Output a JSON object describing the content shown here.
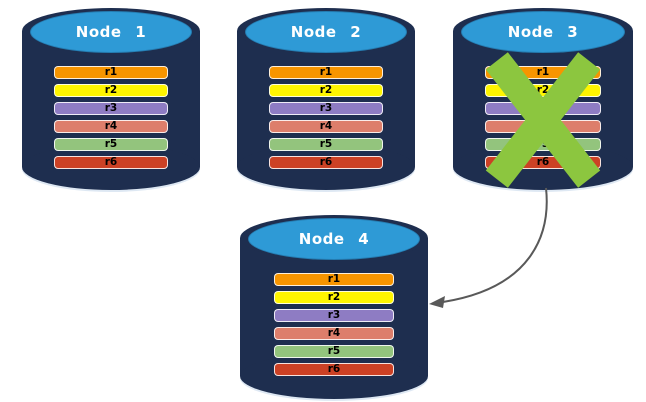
{
  "diagram": {
    "type": "database-replication-failover",
    "nodes": [
      {
        "id": "node-1",
        "label": "Node 1",
        "failed": false,
        "rows": [
          {
            "label": "r1",
            "color": "#F79500"
          },
          {
            "label": "r2",
            "color": "#FFF500"
          },
          {
            "label": "r3",
            "color": "#8E7CC3"
          },
          {
            "label": "r4",
            "color": "#DD7E6B"
          },
          {
            "label": "r5",
            "color": "#93C47D"
          },
          {
            "label": "r6",
            "color": "#CC4125"
          }
        ]
      },
      {
        "id": "node-2",
        "label": "Node 2",
        "failed": false,
        "rows": [
          {
            "label": "r1",
            "color": "#F79500"
          },
          {
            "label": "r2",
            "color": "#FFF500"
          },
          {
            "label": "r3",
            "color": "#8E7CC3"
          },
          {
            "label": "r4",
            "color": "#DD7E6B"
          },
          {
            "label": "r5",
            "color": "#93C47D"
          },
          {
            "label": "r6",
            "color": "#CC4125"
          }
        ]
      },
      {
        "id": "node-3",
        "label": "Node 3",
        "failed": true,
        "rows": [
          {
            "label": "r1",
            "color": "#F79500"
          },
          {
            "label": "r2",
            "color": "#FFF500"
          },
          {
            "label": "r3",
            "color": "#8E7CC3"
          },
          {
            "label": "r4",
            "color": "#DD7E6B"
          },
          {
            "label": "r5",
            "color": "#93C47D"
          },
          {
            "label": "r6",
            "color": "#CC4125"
          }
        ]
      },
      {
        "id": "node-4",
        "label": "Node 4",
        "failed": false,
        "rows": [
          {
            "label": "r1",
            "color": "#F79500"
          },
          {
            "label": "r2",
            "color": "#FFF500"
          },
          {
            "label": "r3",
            "color": "#8E7CC3"
          },
          {
            "label": "r4",
            "color": "#DD7E6B"
          },
          {
            "label": "r5",
            "color": "#93C47D"
          },
          {
            "label": "r6",
            "color": "#CC4125"
          }
        ]
      }
    ],
    "arrow": {
      "from": "Node 3",
      "to": "Node 4",
      "style": "curved",
      "color": "#595959"
    },
    "icons": {
      "failure": "x-cross-icon",
      "failure_color": "#8CC63F"
    },
    "colors": {
      "cylinder_body": "#1E2E4F",
      "cylinder_top": "#2E9AD6",
      "node_title_text": "#FFFFFF",
      "row_text": "#000000",
      "background": "#FFFFFF"
    }
  }
}
